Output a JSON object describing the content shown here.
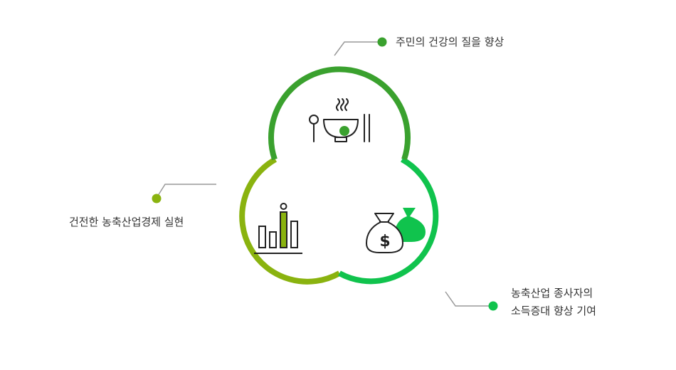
{
  "labels": {
    "top": "주민의 건강의 질을 향상",
    "left": "건전한 농축산업경제 실현",
    "right_line1": "농축산업 종사자의",
    "right_line2": "소득증대 향상 기여"
  },
  "icons": {
    "top": "meal-bowl-icon",
    "left": "bar-chart-icon",
    "right": "money-bags-icon"
  },
  "colors": {
    "top_circle": "#3aa12e",
    "left_circle": "#8ab30f",
    "right_circle": "#10c34d",
    "leader_line": "#999999",
    "icon_stroke": "#222222"
  }
}
